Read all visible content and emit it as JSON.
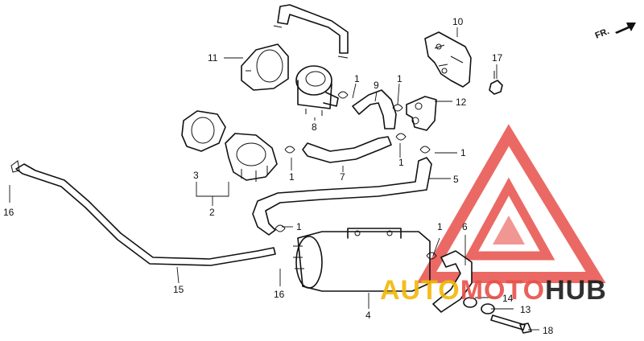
{
  "direction_marker": {
    "text": "FR.",
    "icon": "forward-arrow-icon"
  },
  "callouts": {
    "c1a": "1",
    "c1b": "1",
    "c1c": "1",
    "c1d": "1",
    "c1e": "1",
    "c1f": "1",
    "c1g": "1",
    "c2": "2",
    "c3": "3",
    "c4": "4",
    "c5": "5",
    "c6": "6",
    "c7": "7",
    "c8": "8",
    "c9": "9",
    "c10": "10",
    "c11": "11",
    "c12": "12",
    "c13": "13",
    "c14": "14",
    "c15": "15",
    "c16a": "16",
    "c16b": "16",
    "c17": "17",
    "c18": "18"
  },
  "watermark": {
    "part1": "AUTO",
    "part2": "MOTO",
    "part3": "HUB",
    "color_primary": "#e8504a",
    "color_secondary": "#f2b705",
    "color_dark": "#1a1a1a"
  }
}
